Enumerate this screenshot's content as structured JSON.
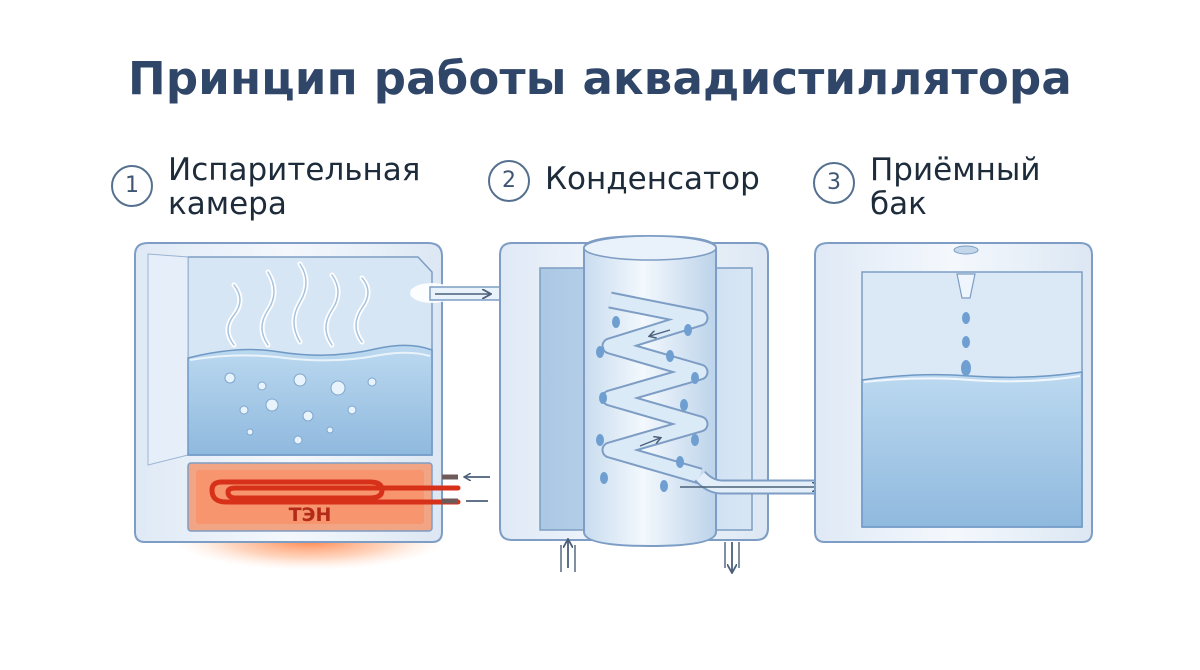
{
  "title": "Принцип работы аквадистиллятора",
  "steps": [
    {
      "number": "1",
      "line1": "Испарительная",
      "line2": "камера"
    },
    {
      "number": "2",
      "line1": "Конденсатор",
      "line2": ""
    },
    {
      "number": "3",
      "line1": "Приёмный",
      "line2": "бак"
    }
  ],
  "heater_label": "ТЭН",
  "colors": {
    "title": "#2f4668",
    "water": "#a9cce8",
    "tank_frame": "#eef4fb",
    "tank_outline": "#7d9dc4",
    "heater": "#e0452a",
    "arrow": "#4b6079"
  }
}
